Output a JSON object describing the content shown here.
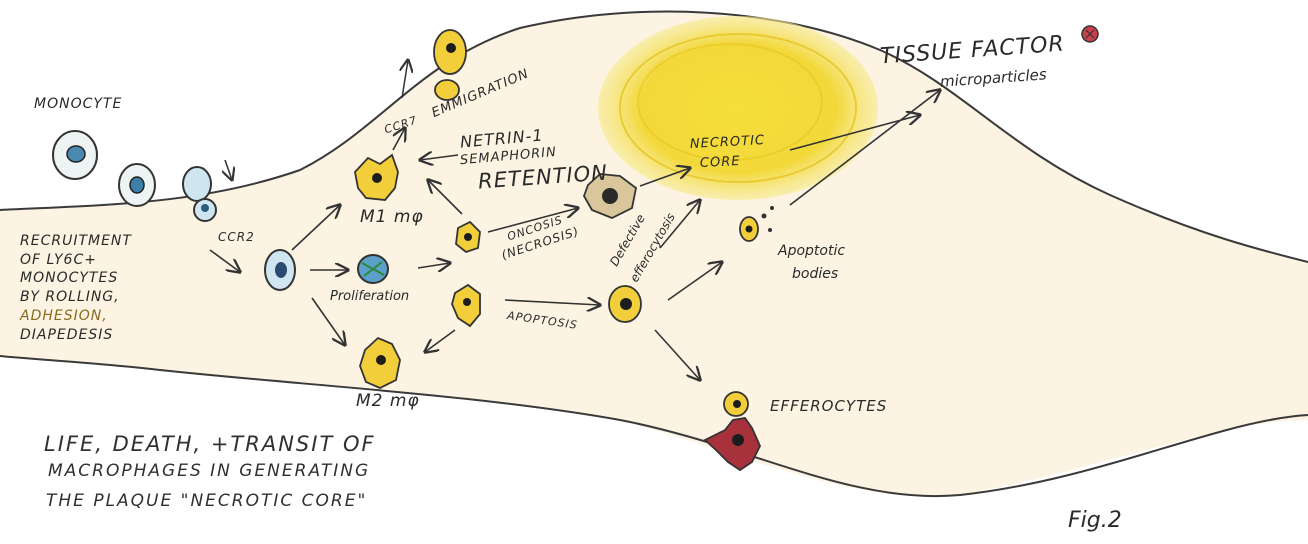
{
  "labels": {
    "monocyte": "MONOCYTE",
    "recruitment_1": "RECRUITMENT",
    "recruitment_2": "OF LY6C+",
    "recruitment_3": "MONOCYTES",
    "recruitment_4": "BY ROLLING,",
    "recruitment_5": "ADHESION,",
    "recruitment_6": "DIAPEDESIS",
    "ccr2_lower": "CCR2",
    "ccr7": "CCR7",
    "emmigration": "EMMIGRATION",
    "netrin": "NETRIN-1",
    "semaphorin": "SEMAPHORIN",
    "retention": "RETENTION",
    "m1": "M1 mφ",
    "m2": "M2 mφ",
    "proliferation": "Proliferation",
    "oncosis_1": "ONCOSIS",
    "oncosis_2": "(NECROSIS)",
    "apoptosis": "APOPTOSIS",
    "defective": "Defective",
    "efferocytosis": "efferocytosis",
    "necrotic_1": "NECROTIC",
    "necrotic_2": "CORE",
    "tissue_factor": "TISSUE FACTOR",
    "microparticles": "microparticles",
    "apoptotic_1": "Apoptotic",
    "apoptotic_2": "bodies",
    "efferocytes": "EFFEROCYTES",
    "caption_1": "LIFE, DEATH, +TRANSIT OF",
    "caption_2": "MACROPHAGES IN GENERATING",
    "caption_3": "THE PLAQUE \"NECROTIC CORE\"",
    "fig": "Fig.2"
  }
}
